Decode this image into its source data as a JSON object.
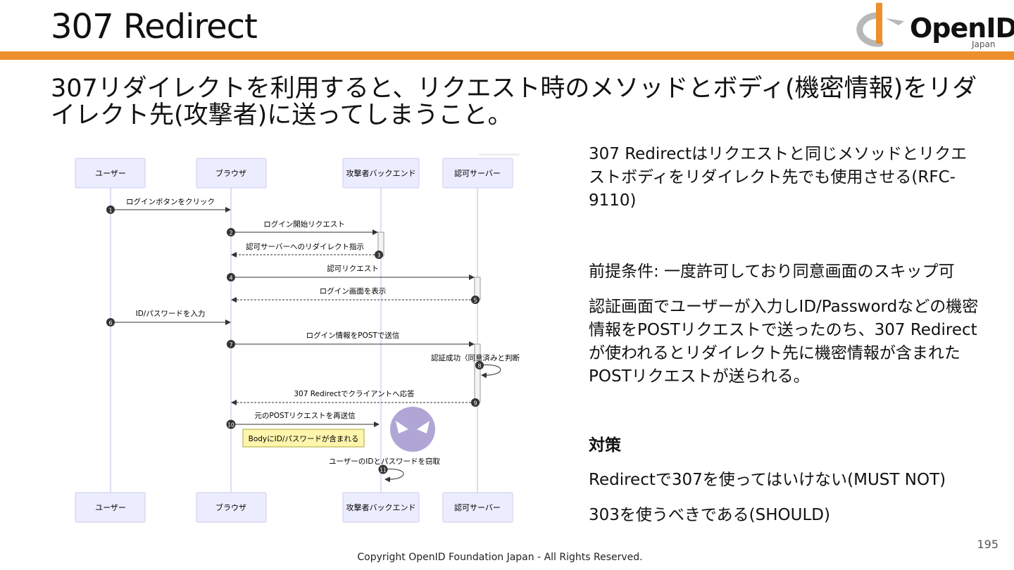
{
  "header": {
    "title": "307 Redirect"
  },
  "logo": {
    "name": "OpenID",
    "sub": "Japan"
  },
  "lead": {
    "text": "307リダイレクトを利用すると、リクエスト時のメソッドとボディ(機密情報)をリダイレクト先(攻撃者)に送ってしまうこと。"
  },
  "diagram": {
    "participants": [
      "ユーザー",
      "ブラウザ",
      "攻撃者バックエンド",
      "認可サーバー"
    ],
    "messages": [
      {
        "num": "1",
        "text": "ログインボタンをクリック"
      },
      {
        "num": "2",
        "text": "ログイン開始リクエスト"
      },
      {
        "num": "3",
        "text": "認可サーバーへのリダイレクト指示"
      },
      {
        "num": "4",
        "text": "認可リクエスト"
      },
      {
        "num": "5",
        "text": "ログイン画面を表示"
      },
      {
        "num": "6",
        "text": "ID/パスワードを入力"
      },
      {
        "num": "7",
        "text": "ログイン情報をPOSTで送信"
      },
      {
        "num": "8",
        "text": "認証成功（同意済みと判断"
      },
      {
        "num": "9",
        "text": "307 Redirectでクライアントへ応答"
      },
      {
        "num": "10",
        "text": "元のPOSTリクエストを再送信"
      },
      {
        "num": "11",
        "text": "ユーザーのIDとパスワードを窃取"
      }
    ],
    "note": "BodyにID/パスワードが含まれる"
  },
  "right": {
    "p1": "307 Redirectはリクエストと同じメソッドとリクエストボディをリダイレクト先でも使用させる(RFC-9110)",
    "p2": "前提条件: 一度許可しており同意画面のスキップ可",
    "p3": "認証画面でユーザーが入力しID/Passwordなどの機密情報をPOSTリクエストで送ったのち、307 Redirectが使われるとリダイレクト先に機密情報が含まれたPOSTリクエストが送られる。",
    "p4": "対策",
    "p5": "Redirectで307を使ってはいけない(MUST NOT)",
    "p6": "303を使うべきである(SHOULD)"
  },
  "footer": {
    "page": "195",
    "copyright": "Copyright OpenID Foundation Japan - All Rights Reserved."
  },
  "colors": {
    "accent": "#ec8f2c",
    "participant_fill": "#ececff",
    "participant_stroke": "#ccccee",
    "note_fill": "#fff5ad",
    "attacker_icon": "#b0a6d6"
  }
}
